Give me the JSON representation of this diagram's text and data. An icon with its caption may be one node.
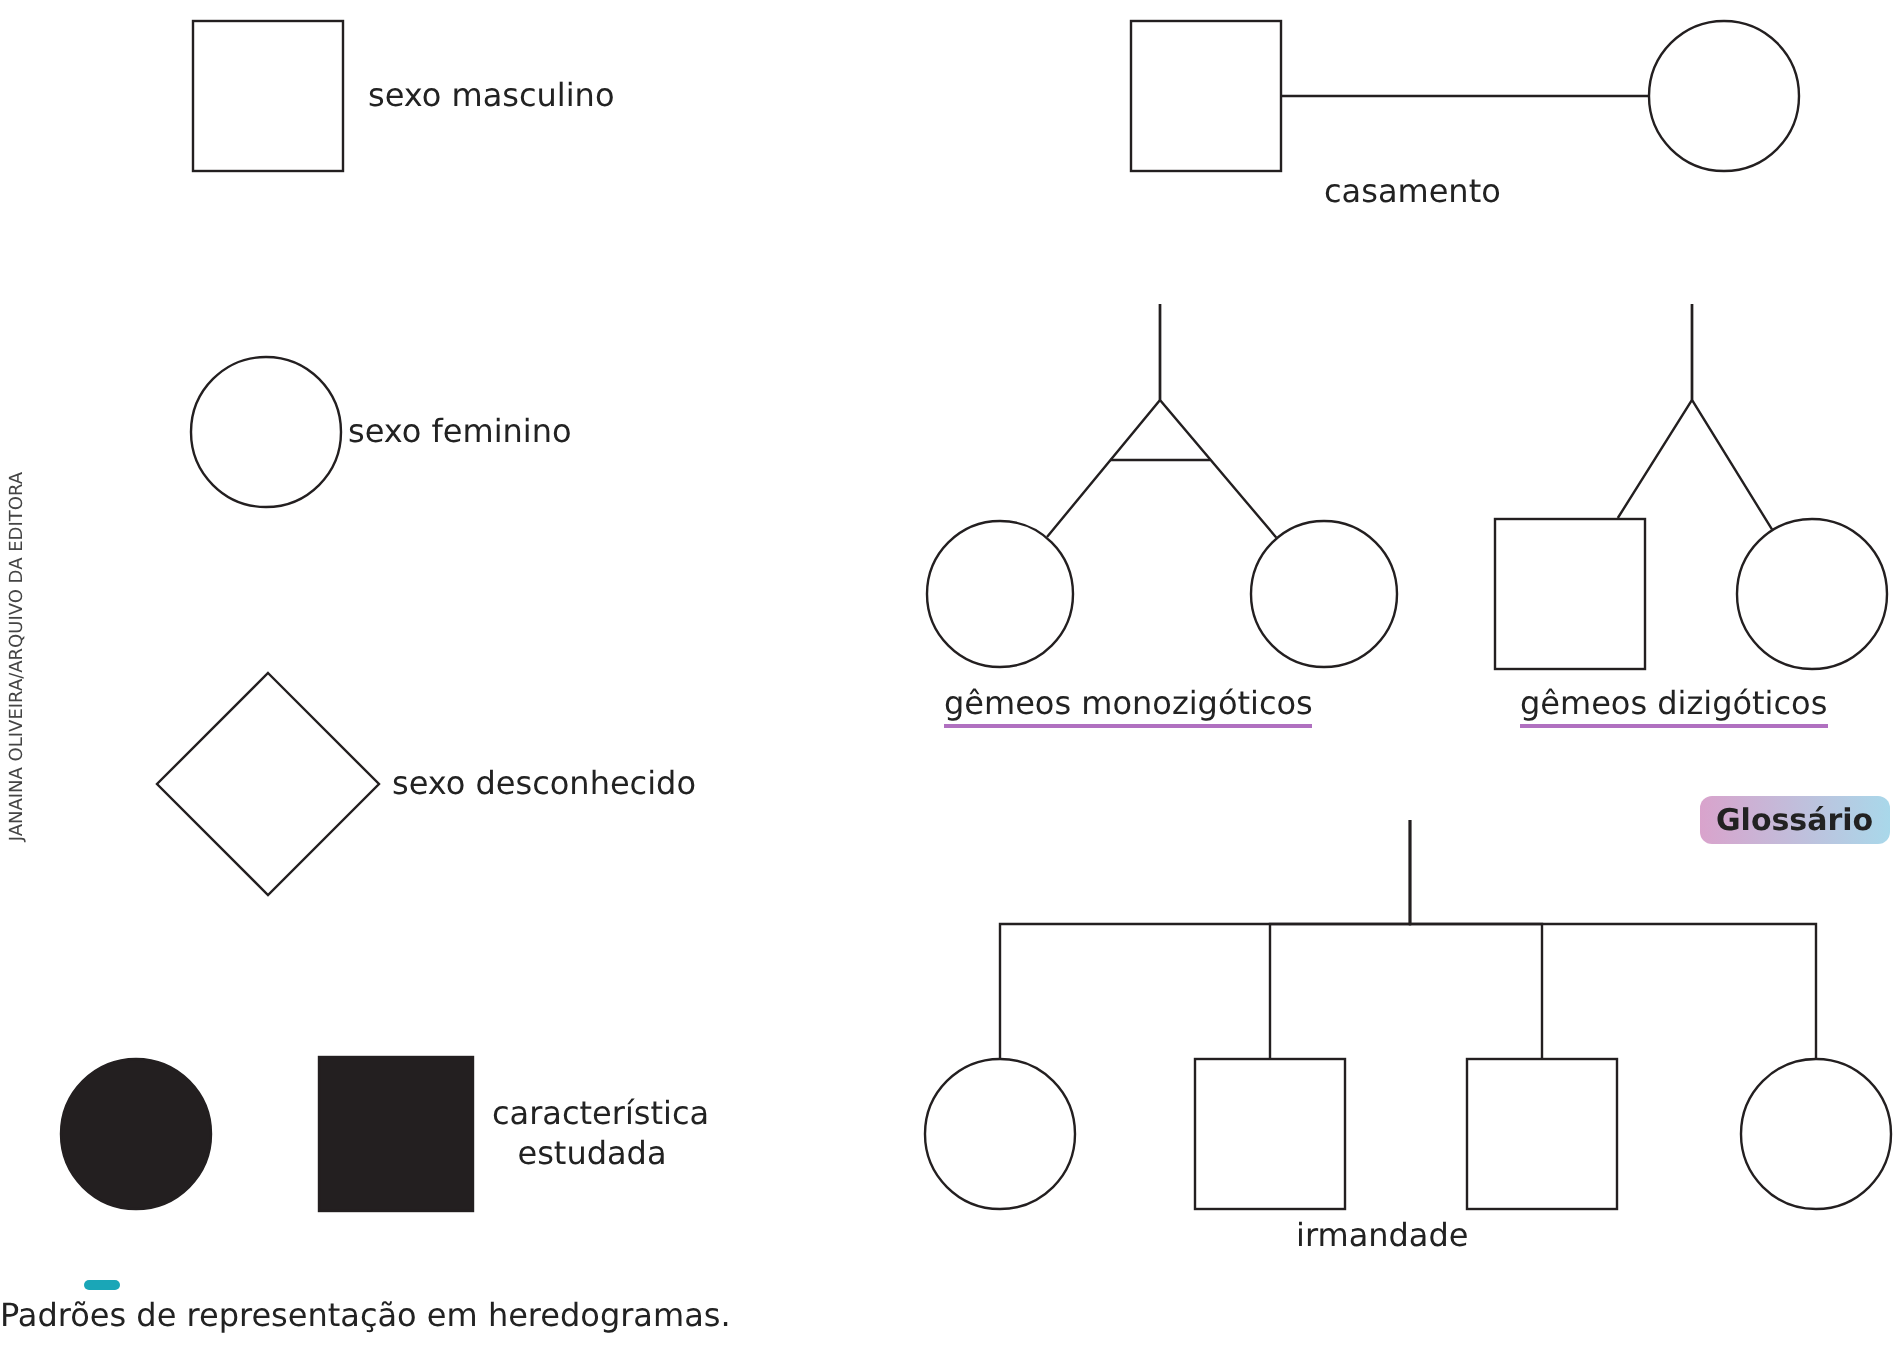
{
  "diagram": {
    "caption": "Padrões de representação em heredogramas.",
    "nodes": [
      {
        "text": [],
        "shape": "box",
        "beside": [
          "sexo masculino"
        ]
      },
      {
        "text": [],
        "shape": "circle",
        "beside": [
          "sexo feminino"
        ]
      },
      {
        "text": [],
        "shape": "diamond",
        "beside": [
          "sexo desconhecido"
        ]
      },
      {
        "text": [],
        "shape": "circle"
      },
      {
        "text": [],
        "shape": "box",
        "beside": [
          "característica estudada"
        ]
      },
      {
        "text": [],
        "shape": "box"
      },
      {
        "text": [],
        "shape": "circle"
      },
      {
        "text": [],
        "shape": "circle"
      },
      {
        "text": [],
        "shape": "circle"
      },
      {
        "text": [],
        "shape": "box"
      },
      {
        "text": [],
        "shape": "circle"
      },
      {
        "text": [],
        "shape": "circle"
      },
      {
        "text": [],
        "shape": "box"
      },
      {
        "text": [],
        "shape": "box"
      },
      {
        "text": [],
        "shape": "circle"
      }
    ],
    "edges": [
      {
        "from": 5,
        "to": 6,
        "arrow": "none"
      },
      {
        "from": null,
        "to": 7,
        "arrow": "none"
      },
      {
        "from": null,
        "to": 8,
        "arrow": "none"
      },
      {
        "from": null,
        "to": 9,
        "arrow": "none"
      },
      {
        "from": null,
        "to": 10,
        "arrow": "none"
      },
      {
        "from": null,
        "to": 11,
        "arrow": "none"
      },
      {
        "from": null,
        "to": 12,
        "arrow": "none"
      },
      {
        "from": null,
        "to": 13,
        "arrow": "none"
      },
      {
        "from": null,
        "to": 14,
        "arrow": "none"
      }
    ],
    "labels": [
      "JANAINA OLIVEIRA/ARQUIVO DA EDITORA",
      "casamento",
      "gêmeos monozigóticos",
      "gêmeos dizigóticos",
      "Glossário",
      "irmandade"
    ]
  }
}
